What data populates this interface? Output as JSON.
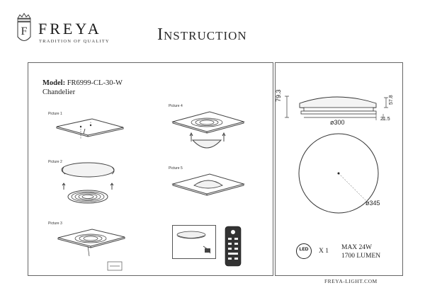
{
  "brand": {
    "name": "FREYA",
    "tagline": "TRADITION OF QUALITY"
  },
  "title": "Instruction",
  "model": {
    "label": "Model:",
    "code": "FR6999-CL-30-W",
    "type": "Chandelier"
  },
  "pictures": [
    "Picture 1",
    "Picture 2",
    "Picture 3",
    "Picture 4",
    "Picture 5"
  ],
  "dimensions": {
    "height_total": "79.3",
    "height_body": "57.8",
    "diameter_top": "ø300",
    "offset": "21.5",
    "diameter_bottom": "ø345"
  },
  "led": {
    "badge": "LED",
    "count": "X 1"
  },
  "specs": {
    "power": "MAX 24W",
    "lumen": "1700 LUMEN"
  },
  "website": "FREYA-LIGHT.COM"
}
